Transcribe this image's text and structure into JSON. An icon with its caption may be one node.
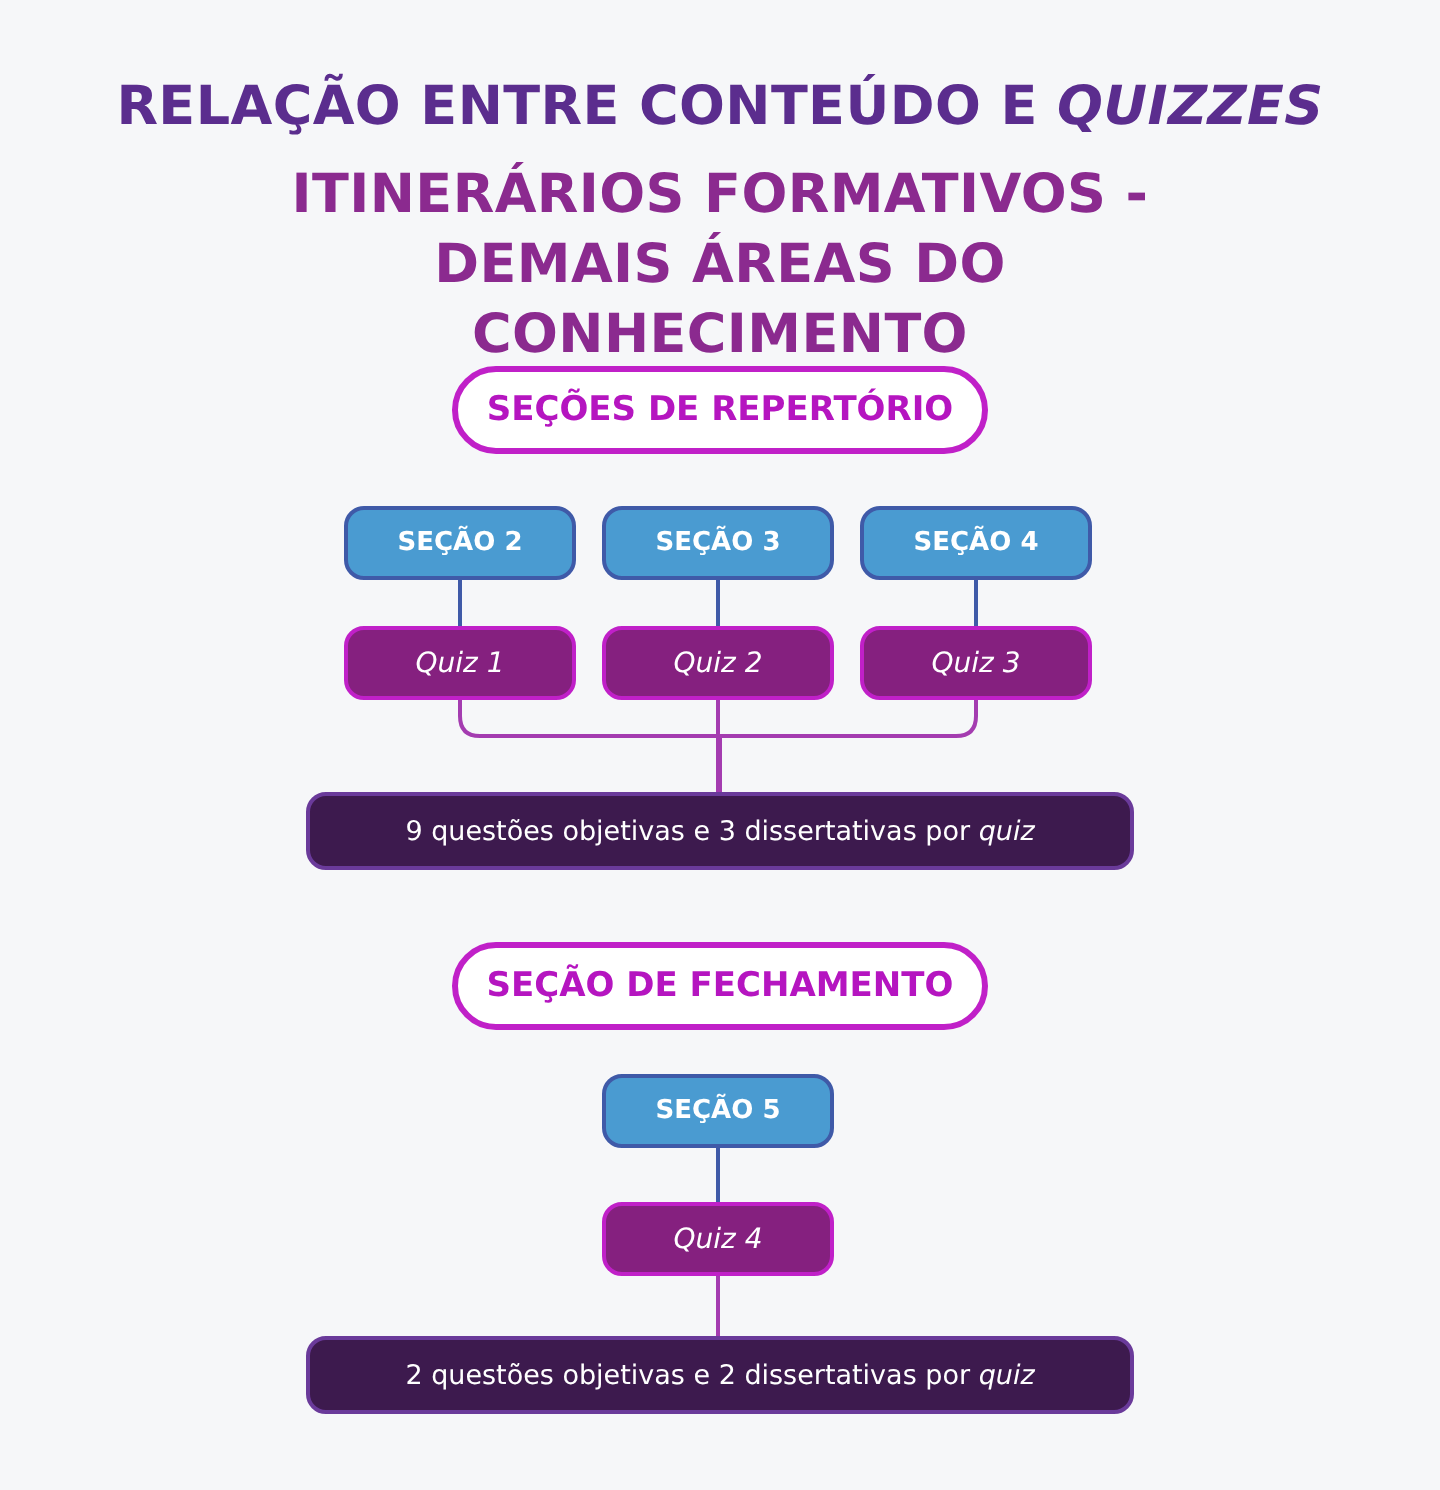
{
  "diagram": {
    "title": "RELAÇÃO ENTRE CONTEÚDO E *QUIZZES*",
    "labels": [
      "ITINERÁRIOS FORMATIVOS - DEMAIS ÁREAS DO CONHECIMENTO"
    ],
    "nodes": [
      {
        "text": [
          "SEÇÕES DE REPERTÓRIO"
        ]
      },
      {
        "text": [
          "SEÇÃO 2"
        ]
      },
      {
        "text": [
          "SEÇÃO 3"
        ]
      },
      {
        "text": [
          "SEÇÃO 4"
        ]
      },
      {
        "text": [
          "Quiz 1"
        ]
      },
      {
        "text": [
          "Quiz 2"
        ]
      },
      {
        "text": [
          "Quiz 3"
        ]
      },
      {
        "text": [
          "9 questões objetivas e 3 dissertativas por *quiz*"
        ]
      },
      {
        "text": [
          "SEÇÃO DE FECHAMENTO"
        ]
      },
      {
        "text": [
          "SEÇÃO 5"
        ]
      },
      {
        "text": [
          "Quiz 4"
        ]
      },
      {
        "text": [
          "2 questões objetivas e 2 dissertativas por *quiz*"
        ]
      }
    ],
    "edges": [
      {
        "from": 1,
        "to": 4,
        "arrow": "none",
        "color": "#3f5aa8"
      },
      {
        "from": 2,
        "to": 5,
        "arrow": "none",
        "color": "#3f5aa8"
      },
      {
        "from": 3,
        "to": 6,
        "arrow": "none",
        "color": "#3f5aa8"
      },
      {
        "from": 4,
        "to": 7,
        "arrow": "none",
        "color": "#a43cb0"
      },
      {
        "from": 5,
        "to": 7,
        "arrow": "none",
        "color": "#a43cb0"
      },
      {
        "from": 6,
        "to": 7,
        "arrow": "none",
        "color": "#a43cb0"
      },
      {
        "from": 9,
        "to": 10,
        "arrow": "none",
        "color": "#3f5aa8"
      },
      {
        "from": 10,
        "to": 11,
        "arrow": "none",
        "color": "#a43cb0"
      }
    ]
  }
}
